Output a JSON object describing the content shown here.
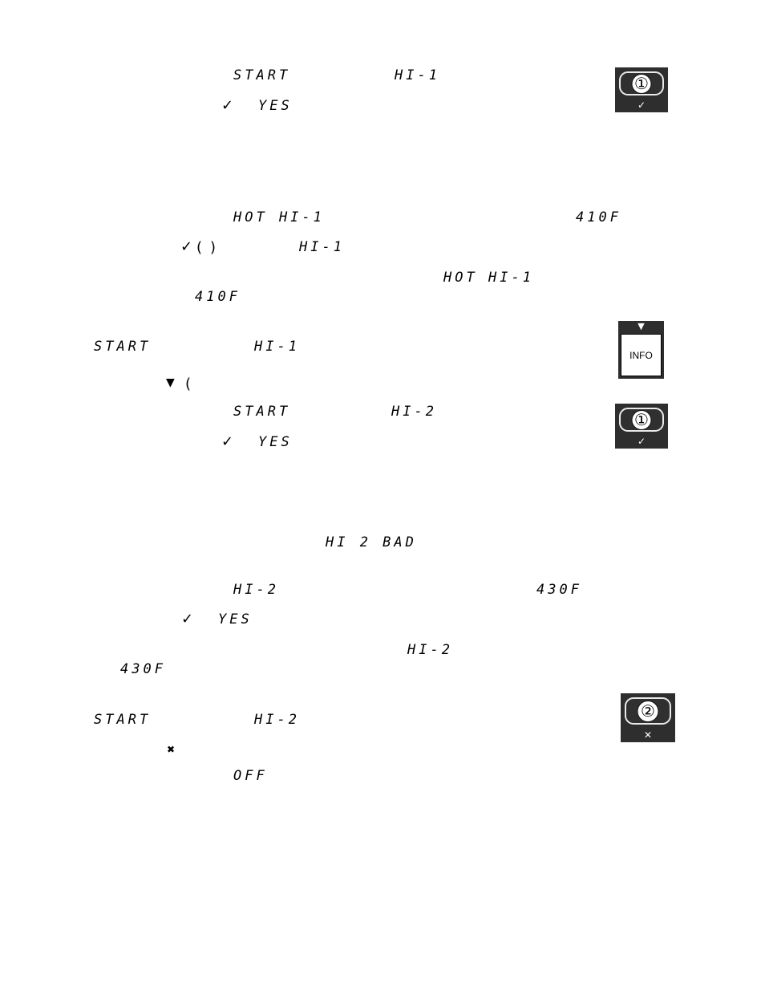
{
  "section1": {
    "l1_start": "START",
    "l1_hi": "HI-1",
    "l2_check": "✓",
    "l2_yes": "YES"
  },
  "section2": {
    "l1_hot": "HOT HI-1",
    "l1_temp": "410F",
    "l2_check": "✓",
    "l2_paren_open": "(",
    "l2_paren_close": ")",
    "l2_hi": "HI-1",
    "l3_hot": "HOT",
    "l3_hi": "HI-1",
    "l4_temp": "410F",
    "l5_start": "START",
    "l5_hi": "HI-1",
    "l6_arrow": "▼",
    "l6_paren": "("
  },
  "section3": {
    "l1_start": "START",
    "l1_hi": "HI-2",
    "l2_check": "✓",
    "l2_yes": "YES",
    "l3_bad": "HI 2 BAD",
    "l4_hi": "HI-2",
    "l4_temp": "430F",
    "l5_check": "✓",
    "l5_yes": "YES",
    "l6_hi": "HI-2",
    "l7_temp": "430F",
    "l8_start": "START",
    "l8_hi": "HI-2",
    "l9_x": "✖",
    "l10_off": "OFF"
  },
  "keys": {
    "key1_number": "①",
    "key1_symbol": "✓",
    "info_arrow": "▼",
    "info_label": "INFO",
    "key2_number": "①",
    "key2_symbol": "✓",
    "key3_number": "②",
    "key3_symbol": "✕"
  }
}
